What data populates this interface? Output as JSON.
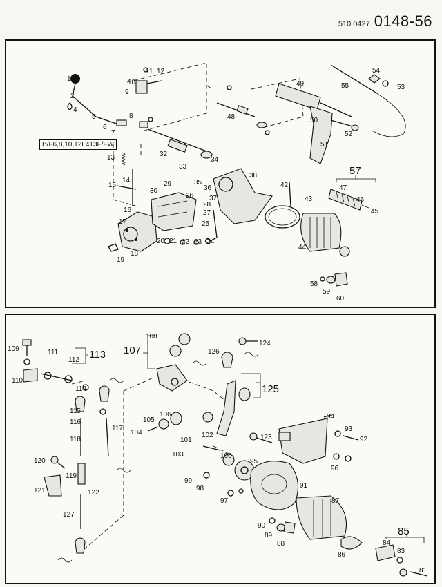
{
  "document": {
    "ref_small": "510 0427",
    "ref_big": "0148-56"
  },
  "top_panel": {
    "variant_label": "B/F6,8,10,12L413F/FW",
    "group_label": "57",
    "part_numbers": [
      "1",
      "2",
      "4",
      "5",
      "6",
      "7",
      "8",
      "9",
      "10",
      "11",
      "12",
      "13",
      "14",
      "15",
      "16",
      "17",
      "18",
      "19",
      "20",
      "21",
      "22",
      "23",
      "24",
      "25",
      "26",
      "27",
      "28",
      "29",
      "30",
      "32",
      "33",
      "34",
      "35",
      "36",
      "37",
      "38",
      "42",
      "43",
      "44",
      "45",
      "46",
      "47",
      "48",
      "49",
      "50",
      "51",
      "52",
      "53",
      "54",
      "55",
      "58",
      "59",
      "60"
    ]
  },
  "bottom_panel": {
    "group_labels": [
      "107",
      "113",
      "125",
      "85"
    ],
    "part_numbers": [
      "81",
      "83",
      "84",
      "86",
      "87",
      "88",
      "89",
      "90",
      "91",
      "92",
      "93",
      "94",
      "95",
      "96",
      "97",
      "98",
      "99",
      "100",
      "101",
      "102",
      "103",
      "104",
      "105",
      "106",
      "108",
      "109",
      "110",
      "111",
      "112",
      "114",
      "115",
      "116",
      "117",
      "118",
      "119",
      "120",
      "121",
      "122",
      "123",
      "124",
      "126",
      "127"
    ]
  }
}
